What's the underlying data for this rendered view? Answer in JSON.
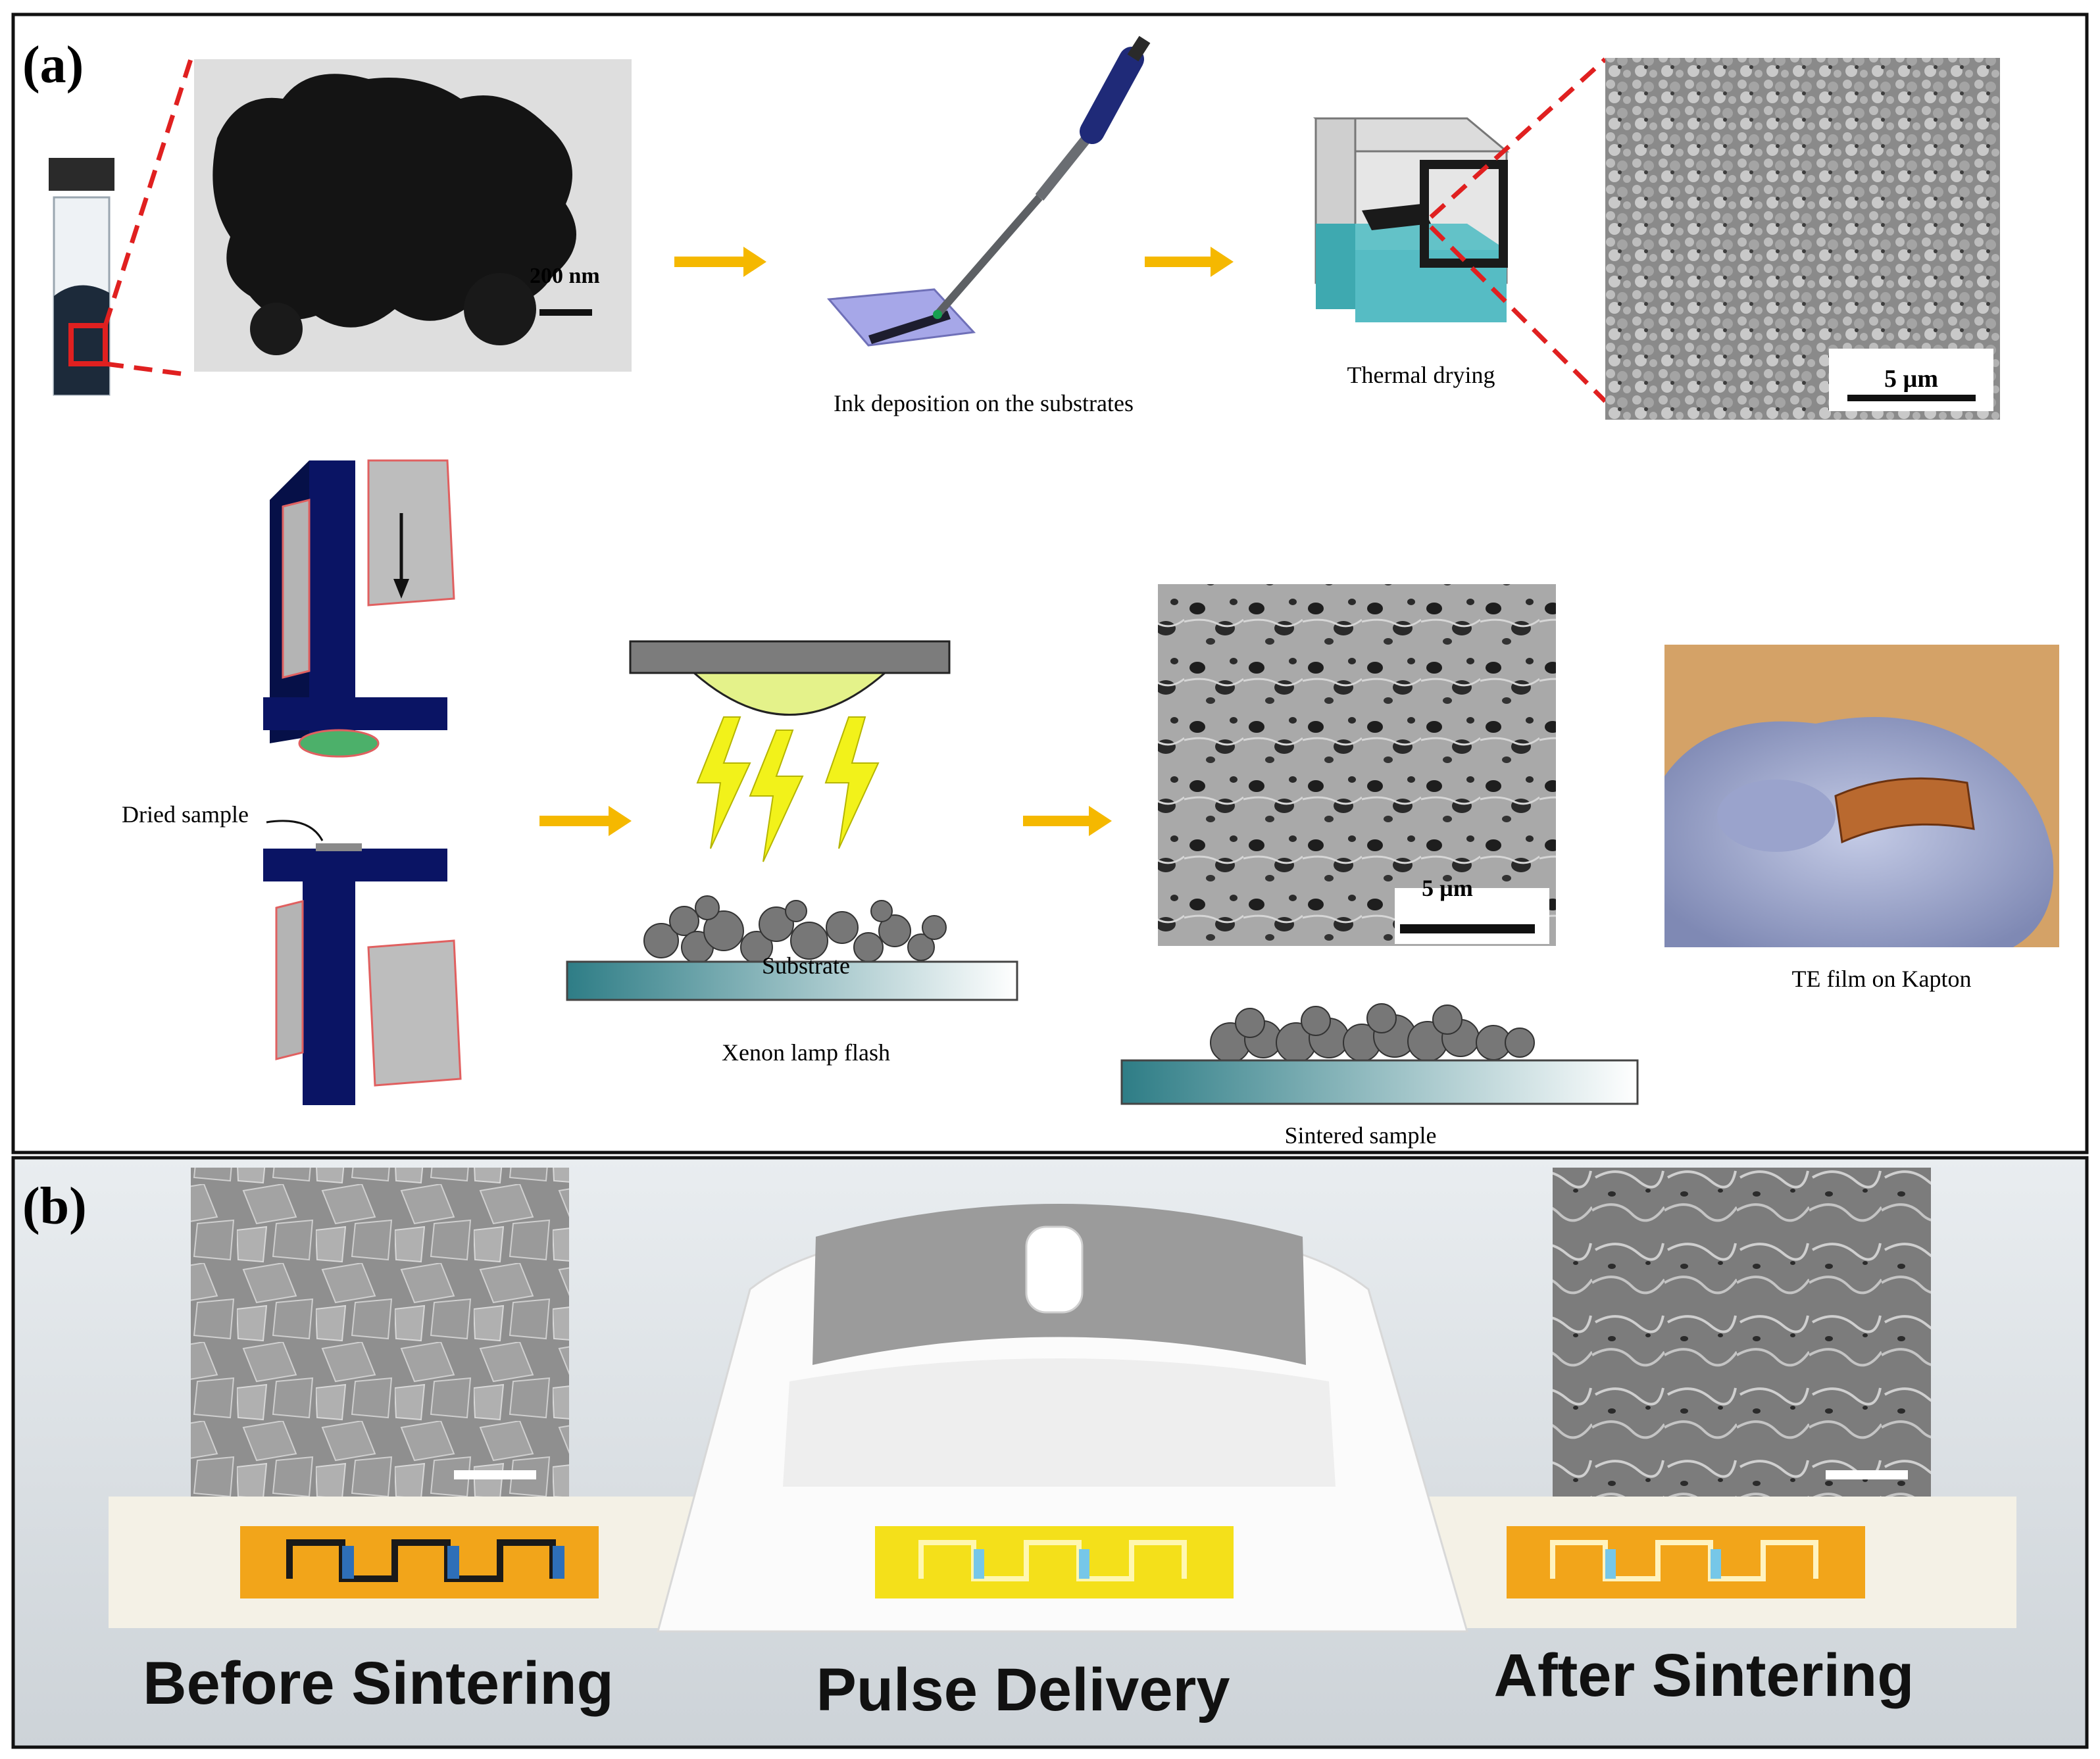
{
  "panel_a": {
    "label": "(a)",
    "tem_scale": "200 nm",
    "step_ink": "Ink deposition on the substrates",
    "step_drying": "Thermal drying",
    "sem1_scale": "5 µm",
    "dried_sample": "Dried sample",
    "substrate": "Substrate",
    "lamp": "Xenon lamp flash",
    "sem2_scale": "5 µm",
    "sintered": "Sintered sample",
    "film": "TE film on Kapton"
  },
  "panel_b": {
    "label": "(b)",
    "before": "Before Sintering",
    "pulse": "Pulse Delivery",
    "after": "After Sintering"
  },
  "colors": {
    "arrow": "#f5b800",
    "zoom_line": "#e02020",
    "press_body": "#0a1464",
    "bolt": "#f2f21a",
    "substrate_dark": "#2e7d86",
    "tile_before": "#f2a51a",
    "tile_pulse": "#f4e01a"
  }
}
